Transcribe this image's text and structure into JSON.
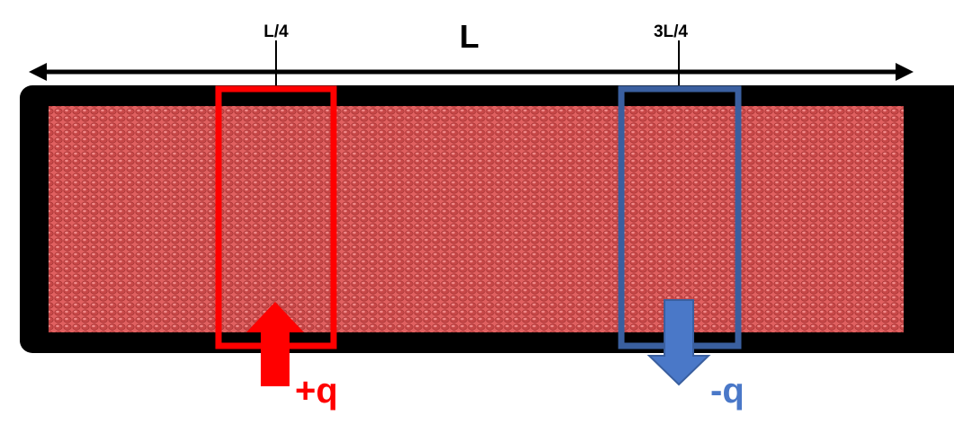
{
  "labels": {
    "length": "L",
    "quarter": "L/4",
    "three_quarter": "3L/4",
    "source": "+q",
    "sink": "-q"
  },
  "colors": {
    "frame": "#000000",
    "medium": "#e06060",
    "medium_dot": "#b83a3a",
    "medium_highlight": "#f08a8a",
    "source": "#ff0000",
    "sink": "#3a5f9f"
  },
  "icons": {
    "source_arrow": "arrow-up-icon",
    "sink_arrow": "arrow-down-icon",
    "dimension_arrow": "double-headed-arrow-icon"
  }
}
